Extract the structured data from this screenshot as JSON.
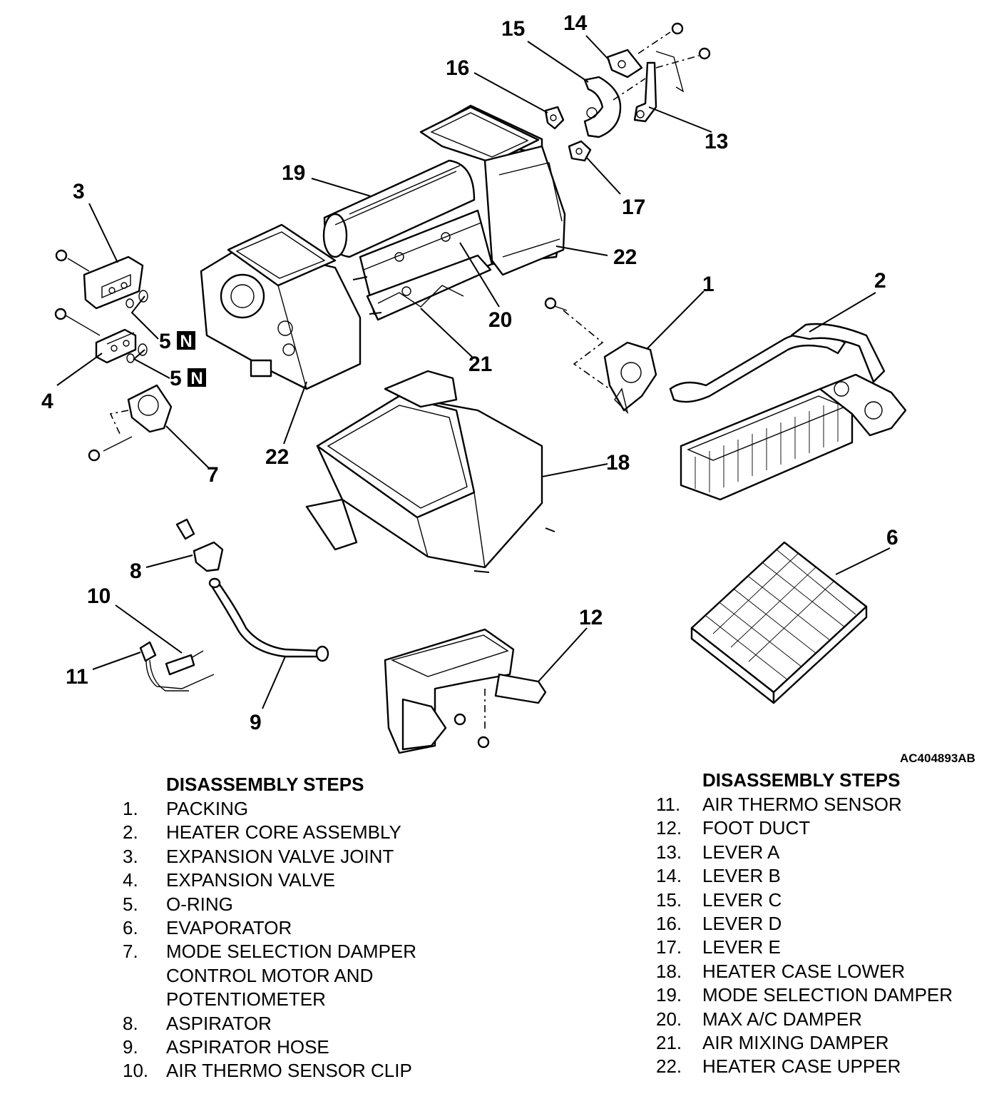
{
  "figure_id": "AC404893AB",
  "new_part_marker": "N",
  "callouts": [
    "1",
    "2",
    "3",
    "4",
    "5",
    "5",
    "6",
    "7",
    "8",
    "9",
    "10",
    "11",
    "12",
    "13",
    "14",
    "15",
    "16",
    "17",
    "18",
    "19",
    "20",
    "21",
    "22",
    "22"
  ],
  "left_column": {
    "title": "DISASSEMBLY STEPS",
    "steps": [
      {
        "num": "1.",
        "lines": [
          "PACKING"
        ]
      },
      {
        "num": "2.",
        "lines": [
          "HEATER CORE ASSEMBLY"
        ]
      },
      {
        "num": "3.",
        "lines": [
          "EXPANSION VALVE JOINT"
        ]
      },
      {
        "num": "4.",
        "lines": [
          "EXPANSION VALVE"
        ]
      },
      {
        "num": "5.",
        "lines": [
          "O-RING"
        ]
      },
      {
        "num": "6.",
        "lines": [
          "EVAPORATOR"
        ]
      },
      {
        "num": "7.",
        "lines": [
          "MODE SELECTION DAMPER",
          "CONTROL MOTOR AND",
          "POTENTIOMETER"
        ]
      },
      {
        "num": "8.",
        "lines": [
          "ASPIRATOR"
        ]
      },
      {
        "num": "9.",
        "lines": [
          "ASPIRATOR HOSE"
        ]
      },
      {
        "num": "10.",
        "lines": [
          "AIR THERMO SENSOR CLIP"
        ]
      }
    ]
  },
  "right_column": {
    "title": "DISASSEMBLY STEPS",
    "steps": [
      {
        "num": "11.",
        "lines": [
          "AIR THERMO SENSOR"
        ]
      },
      {
        "num": "12.",
        "lines": [
          "FOOT DUCT"
        ]
      },
      {
        "num": "13.",
        "lines": [
          "LEVER A"
        ]
      },
      {
        "num": "14.",
        "lines": [
          "LEVER B"
        ]
      },
      {
        "num": "15.",
        "lines": [
          "LEVER C"
        ]
      },
      {
        "num": "16.",
        "lines": [
          "LEVER D"
        ]
      },
      {
        "num": "17.",
        "lines": [
          "LEVER E"
        ]
      },
      {
        "num": "18.",
        "lines": [
          "HEATER CASE LOWER"
        ]
      },
      {
        "num": "19.",
        "lines": [
          "MODE SELECTION DAMPER"
        ]
      },
      {
        "num": "20.",
        "lines": [
          "MAX A/C DAMPER"
        ]
      },
      {
        "num": "21.",
        "lines": [
          "AIR MIXING DAMPER"
        ]
      },
      {
        "num": "22.",
        "lines": [
          "HEATER CASE UPPER"
        ]
      }
    ]
  }
}
